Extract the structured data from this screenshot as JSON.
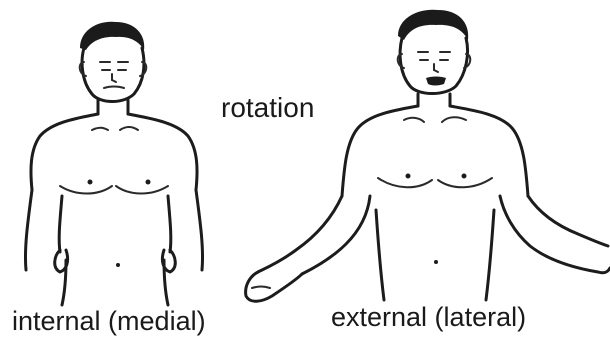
{
  "diagram": {
    "title": "rotation",
    "figures": [
      {
        "caption": "internal (medial)"
      },
      {
        "caption": "external (lateral)"
      }
    ]
  }
}
